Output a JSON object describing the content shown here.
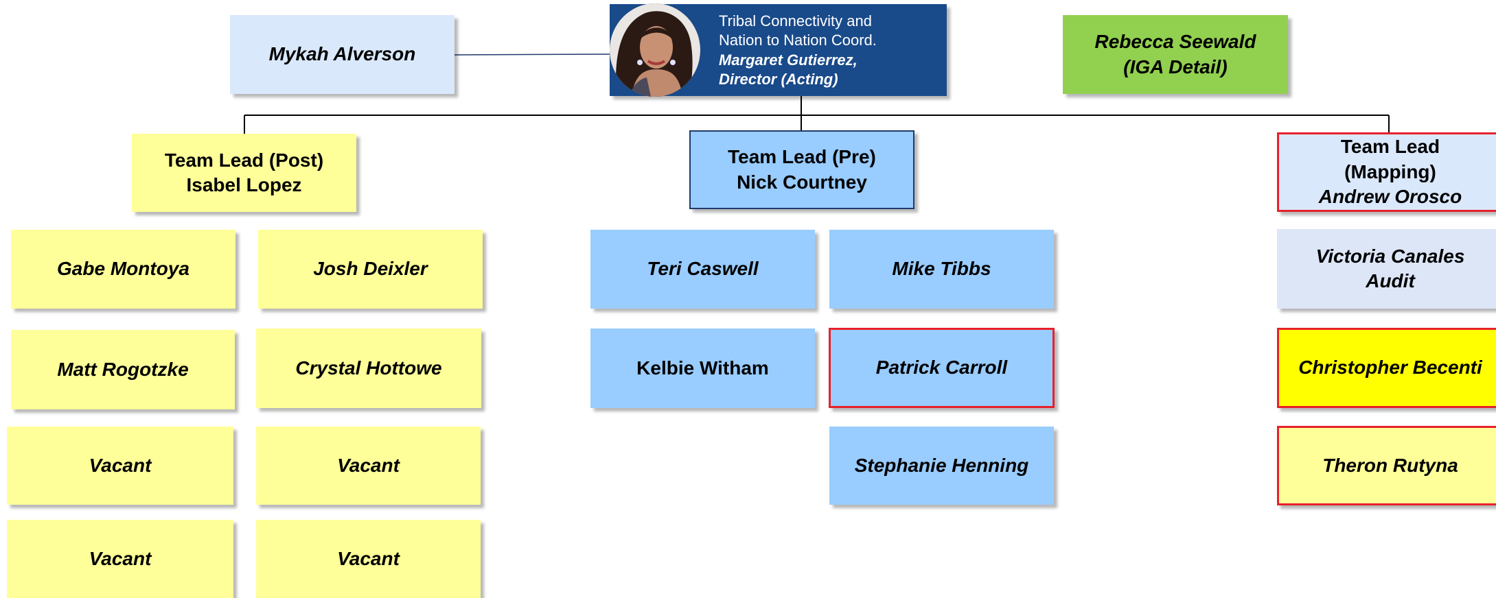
{
  "director": {
    "title_line1": "Tribal Connectivity and",
    "title_line2": "Nation to Nation Coord.",
    "name": "Margaret Gutierrez,",
    "role": "Director (Acting)"
  },
  "staff": {
    "assistant_left": "Mykah Alverson",
    "detail_right": "Rebecca Seewald (IGA Detail)"
  },
  "teams": {
    "post": {
      "lead": "Team Lead (Post) Isabel Lopez",
      "members": [
        "Gabe Montoya",
        "Josh Deixler",
        "Matt Rogotzke",
        "Crystal Hottowe",
        "Vacant",
        "Vacant",
        "Vacant",
        "Vacant"
      ]
    },
    "pre": {
      "lead": "Team Lead (Pre) Nick Courtney",
      "members": [
        "Teri Caswell",
        "Mike Tibbs",
        "Kelbie Witham",
        "Patrick Carroll",
        "Stephanie Henning"
      ]
    },
    "mapping": {
      "lead_title": "Team Lead (Mapping)",
      "lead_name": "Andrew Orosco",
      "members": [
        "Victoria Canales Audit",
        "Christopher Becenti",
        "Theron Rutyna"
      ]
    }
  },
  "colors": {
    "director_bg": "#194a8a",
    "post_team": "#ffff99",
    "pre_team": "#99ccff",
    "mapping_team": "#dae8fc",
    "iga_detail": "#92d050",
    "highlight": "#ffff00",
    "flag_border": "#e8202a"
  }
}
